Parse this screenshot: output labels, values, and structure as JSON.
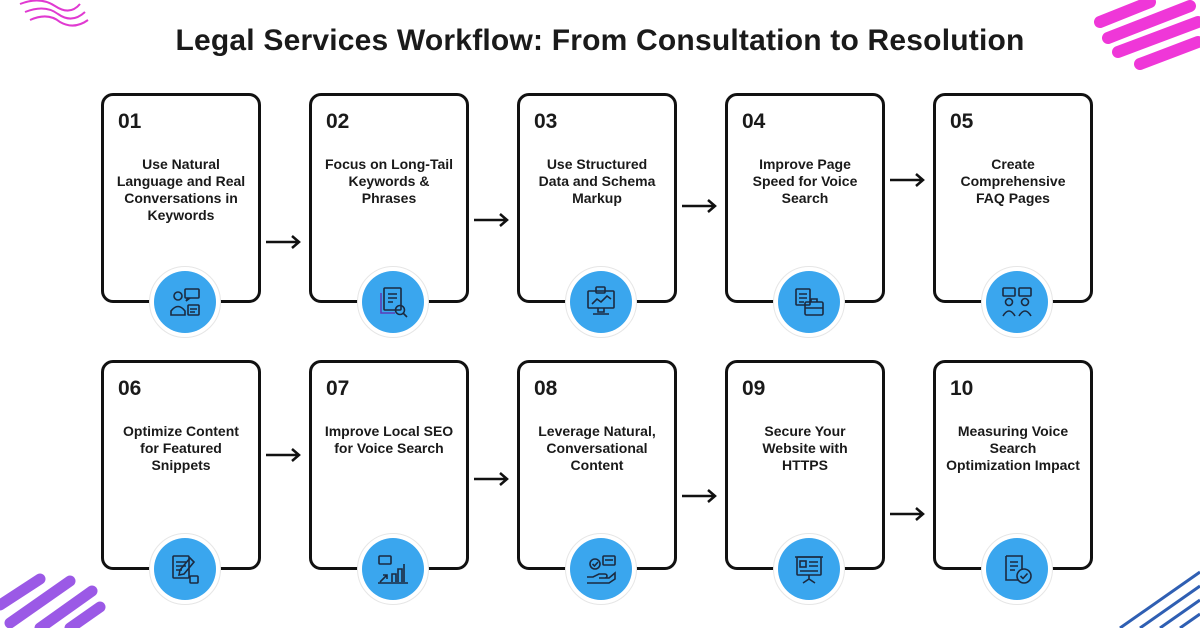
{
  "title": "Legal Services Workflow: From Consultation to Resolution",
  "accent_color": "#3aa6ee",
  "steps": [
    {
      "num": "01",
      "label": "Use Natural Language and Real Conversations in Keywords",
      "icon": "conversation-icon"
    },
    {
      "num": "02",
      "label": "Focus on Long-Tail Keywords & Phrases",
      "icon": "document-search-icon"
    },
    {
      "num": "03",
      "label": "Use Structured Data and Schema Markup",
      "icon": "monitor-data-icon"
    },
    {
      "num": "04",
      "label": "Improve Page Speed for Voice Search",
      "icon": "briefcase-documents-icon"
    },
    {
      "num": "05",
      "label": "Create Comprehensive FAQ Pages",
      "icon": "faq-people-icon"
    },
    {
      "num": "06",
      "label": "Optimize Content for Featured Snippets",
      "icon": "edit-document-icon"
    },
    {
      "num": "07",
      "label": "Improve Local SEO for Voice Search",
      "icon": "growth-chart-icon"
    },
    {
      "num": "08",
      "label": "Leverage Natural, Conversational Content",
      "icon": "hand-chat-icon"
    },
    {
      "num": "09",
      "label": "Secure Your Website with HTTPS",
      "icon": "presentation-board-icon"
    },
    {
      "num": "10",
      "label": "Measuring Voice Search Optimization Impact",
      "icon": "document-check-icon"
    }
  ]
}
